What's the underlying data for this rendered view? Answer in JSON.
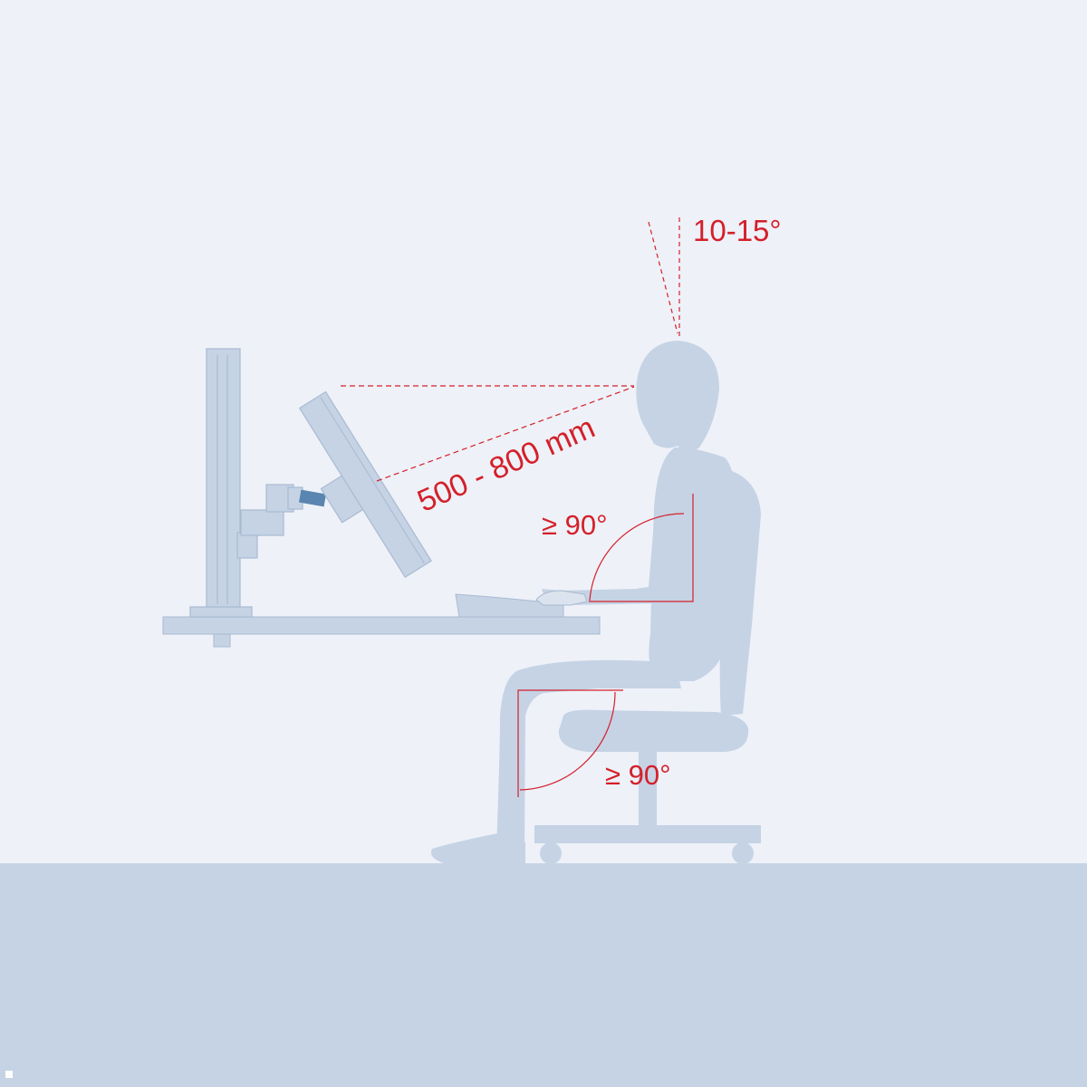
{
  "annotations": {
    "tilt_angle": "10-15°",
    "viewing_distance": "500 - 800 mm",
    "arm_angle": "≥ 90°",
    "knee_angle": "≥ 90°"
  },
  "colors": {
    "background": "#eef1f8",
    "figure": "#c5d3e5",
    "outline": "#a9bad1",
    "annotation": "#d4202a",
    "joint": "#5a85b0"
  }
}
